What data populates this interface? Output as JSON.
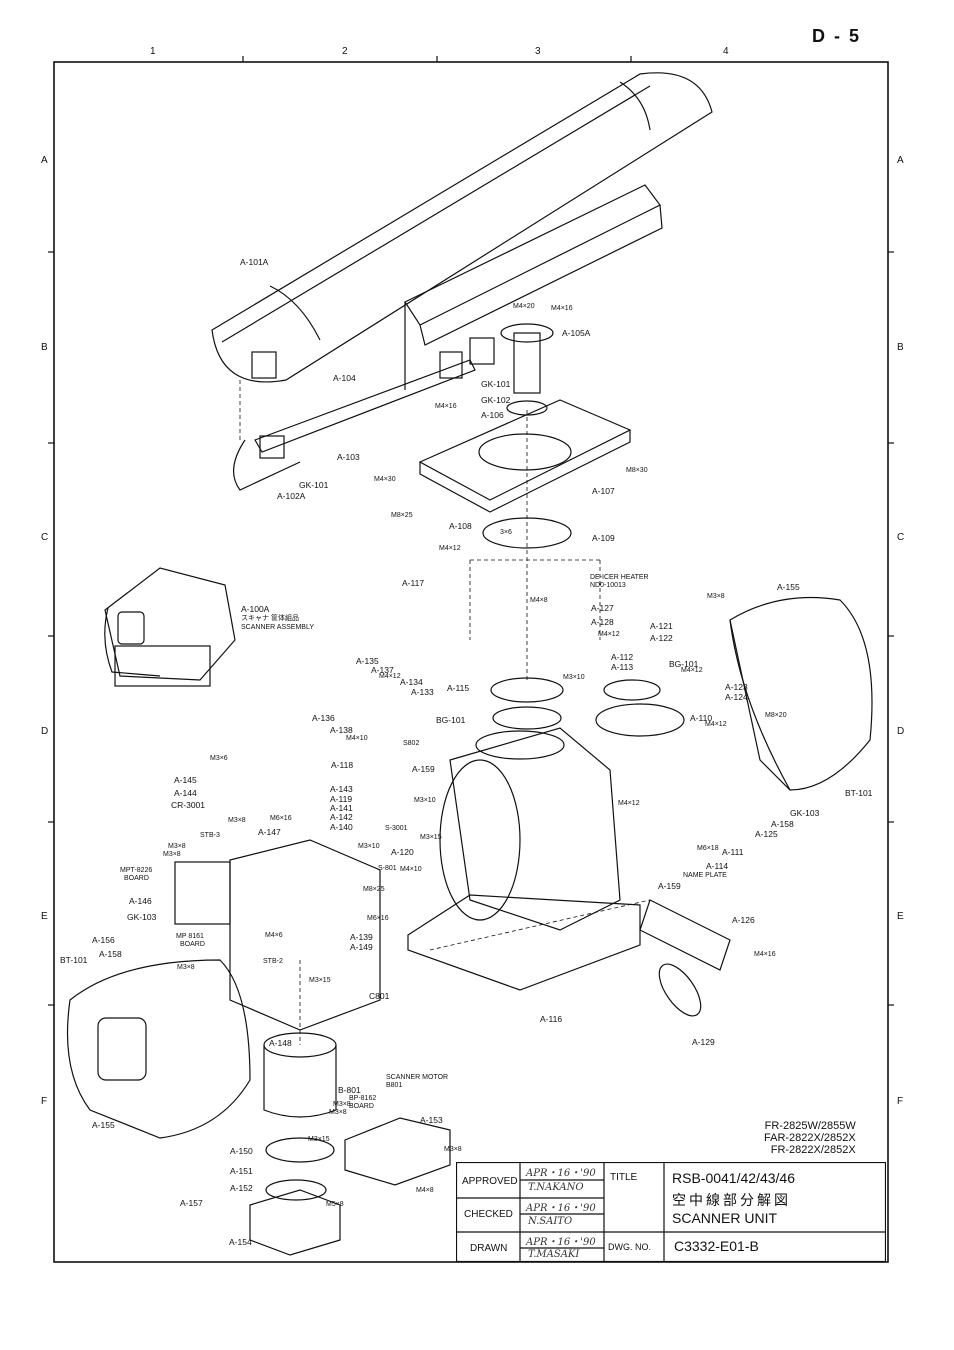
{
  "sheet_number": "D - 5",
  "zones": {
    "columns": [
      "1",
      "2",
      "3",
      "4"
    ],
    "rows": [
      "A",
      "B",
      "C",
      "D",
      "E",
      "F"
    ]
  },
  "labels": [
    "A-101A",
    "A-105A",
    "M4×20",
    "M4×16",
    "A-104",
    "GK-101",
    "GK-102",
    "A-106",
    "M4×16",
    "A-103",
    "M4×30",
    "M8×30",
    "A-107",
    "GK-101",
    "A-102A",
    "M8×25",
    "A-108",
    "3×6",
    "A-109",
    "M4×12",
    "A-117",
    "DE-ICER HEATER",
    "ND0-10013",
    "M4×8",
    "A-127",
    "A-128",
    "M4×12",
    "A-155",
    "A-100A",
    "スキャナ 筐体組品",
    "SCANNER ASSEMBLY",
    "M3×8",
    "A-121",
    "A-122",
    "A-135",
    "A-137",
    "M4×12",
    "A-134",
    "A-133",
    "A-115",
    "A-112",
    "A-113",
    "BG-101",
    "M3×10",
    "M4×12",
    "A-123",
    "A-124",
    "A-136",
    "A-138",
    "M4×10",
    "BG-101",
    "S802",
    "A-110",
    "M8×20",
    "M4×12",
    "A-118",
    "A-159",
    "BT-101",
    "M3×6",
    "A-145",
    "A-144",
    "CR-3001",
    "A-143",
    "A-119",
    "A-141",
    "A-142",
    "A-140",
    "M3×10",
    "M4×12",
    "GK-103",
    "A-158",
    "A-125",
    "M3×8",
    "M6×16",
    "A-147",
    "STB-3",
    "S-3001",
    "M3×15",
    "M3×10",
    "M6×18",
    "A-111",
    "A-120",
    "A-114",
    "M3×8",
    "M3×8",
    "S-801",
    "M4×10",
    "NAME PLATE",
    "MPT-8226",
    "BOARD",
    "M8×25",
    "A-159",
    "A-146",
    "M6×16",
    "GK-103",
    "A-126",
    "A-156",
    "MP 8161",
    "BOARD",
    "A-139",
    "A-149",
    "M4×16",
    "A-158",
    "M4×6",
    "M3×8",
    "STB-2",
    "M3×15",
    "BT-101",
    "C801",
    "A-116",
    "A-129",
    "A-148",
    "SCANNER MOTOR",
    "B801",
    "B-801",
    "BP-8162",
    "BOARD",
    "M3×8",
    "M3×8",
    "A-153",
    "A-155",
    "A-150",
    "M3×15",
    "M3×8",
    "A-151",
    "M4×8",
    "A-157",
    "A-152",
    "M5×8",
    "A-154"
  ],
  "models": [
    "FR-2825W/2855W",
    "FAR-2822X/2852X",
    "FR-2822X/2852X"
  ],
  "title_block": {
    "approved_label": "APPROVED",
    "approved_date": "APR・16・'90",
    "approved_sign": "T.NAKANO",
    "checked_label": "CHECKED",
    "checked_date": "APR・16・'90",
    "checked_sign": "N.SAITO",
    "drawn_label": "DRAWN",
    "drawn_date": "APR・16・'90",
    "drawn_sign": "T.MASAKI",
    "title_label": "TITLE",
    "title_line1": "RSB-0041/42/43/46",
    "title_line2": "空中線部分解図",
    "title_line3": "SCANNER UNIT",
    "dwg_label": "DWG. NO.",
    "dwg_no": "C3332-E01-B"
  }
}
